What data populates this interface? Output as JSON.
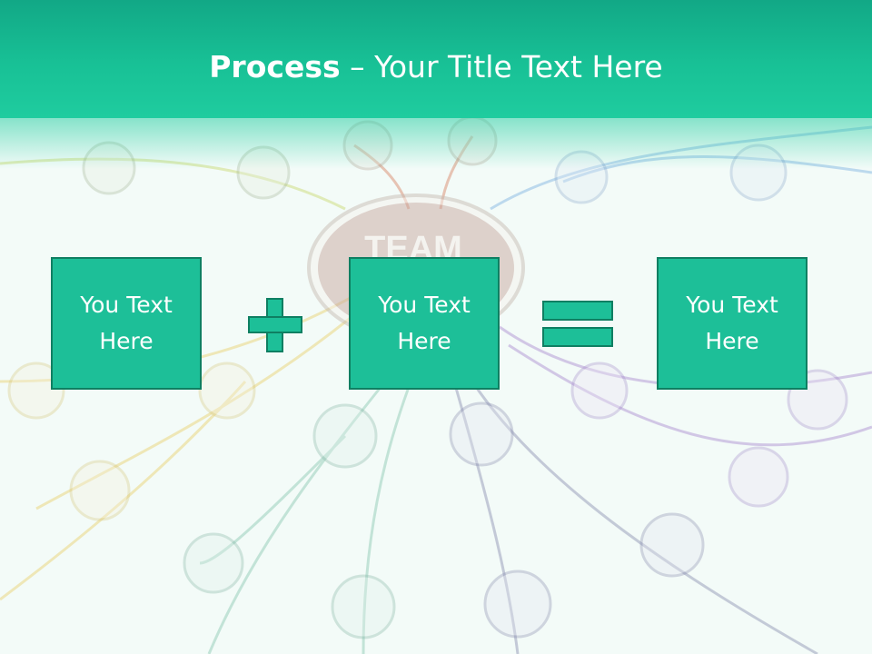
{
  "slide": {
    "title_bold": "Process",
    "title_rest": " – Your Title Text Here",
    "background_label": "TEAM"
  },
  "process": {
    "box1": {
      "line1": "You Text",
      "line2": "Here"
    },
    "box2": {
      "line1": "You Text",
      "line2": "Here"
    },
    "box3": {
      "line1": "You Text",
      "line2": "Here"
    },
    "operator1": "plus-icon",
    "operator2": "equals-icon"
  },
  "colors": {
    "accent": "#1dbf98",
    "accent_border": "#0f7f62",
    "header": "#18c196"
  }
}
